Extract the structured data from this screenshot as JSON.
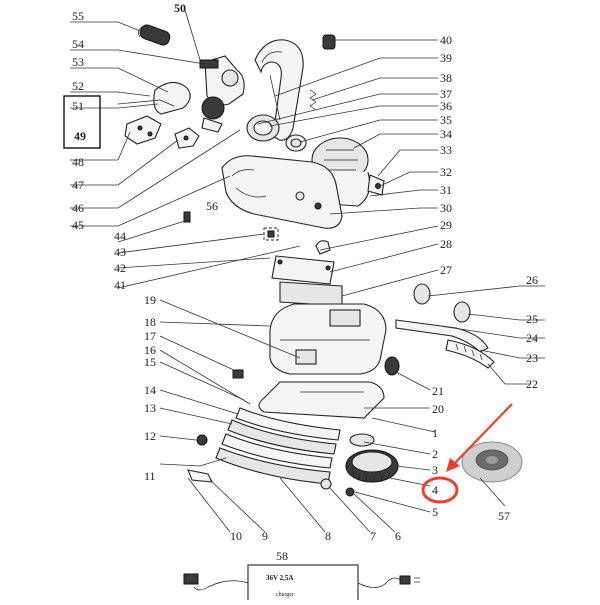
{
  "labels": {
    "p1": "1",
    "p2": "2",
    "p3": "3",
    "p4": "4",
    "p5": "5",
    "p6": "6",
    "p7": "7",
    "p8": "8",
    "p9": "9",
    "p10": "10",
    "p11": "11",
    "p12": "12",
    "p13": "13",
    "p14": "14",
    "p15": "15",
    "p16": "16",
    "p17": "17",
    "p18": "18",
    "p19": "19",
    "p20": "20",
    "p21": "21",
    "p22": "22",
    "p23": "23",
    "p24": "24",
    "p25": "25",
    "p26": "26",
    "p27": "27",
    "p28": "28",
    "p29": "29",
    "p30": "30",
    "p31": "31",
    "p32": "32",
    "p33": "33",
    "p34": "34",
    "p35": "35",
    "p36": "36",
    "p37": "37",
    "p38": "38",
    "p39": "39",
    "p40": "40",
    "p41": "41",
    "p42": "42",
    "p43": "43",
    "p44": "44",
    "p45": "45",
    "p46": "46",
    "p47": "47",
    "p48": "48",
    "p49": "49",
    "p50": "50",
    "p51": "51",
    "p52": "52",
    "p53": "53",
    "p54": "54",
    "p55": "55",
    "p56": "56",
    "p57": "57",
    "p58": "58"
  },
  "charger": {
    "rating": "36V 2,5A",
    "name": "charger"
  },
  "colors": {
    "highlight": "#e8412c",
    "ink": "#222222"
  },
  "highlighted_part": "4"
}
